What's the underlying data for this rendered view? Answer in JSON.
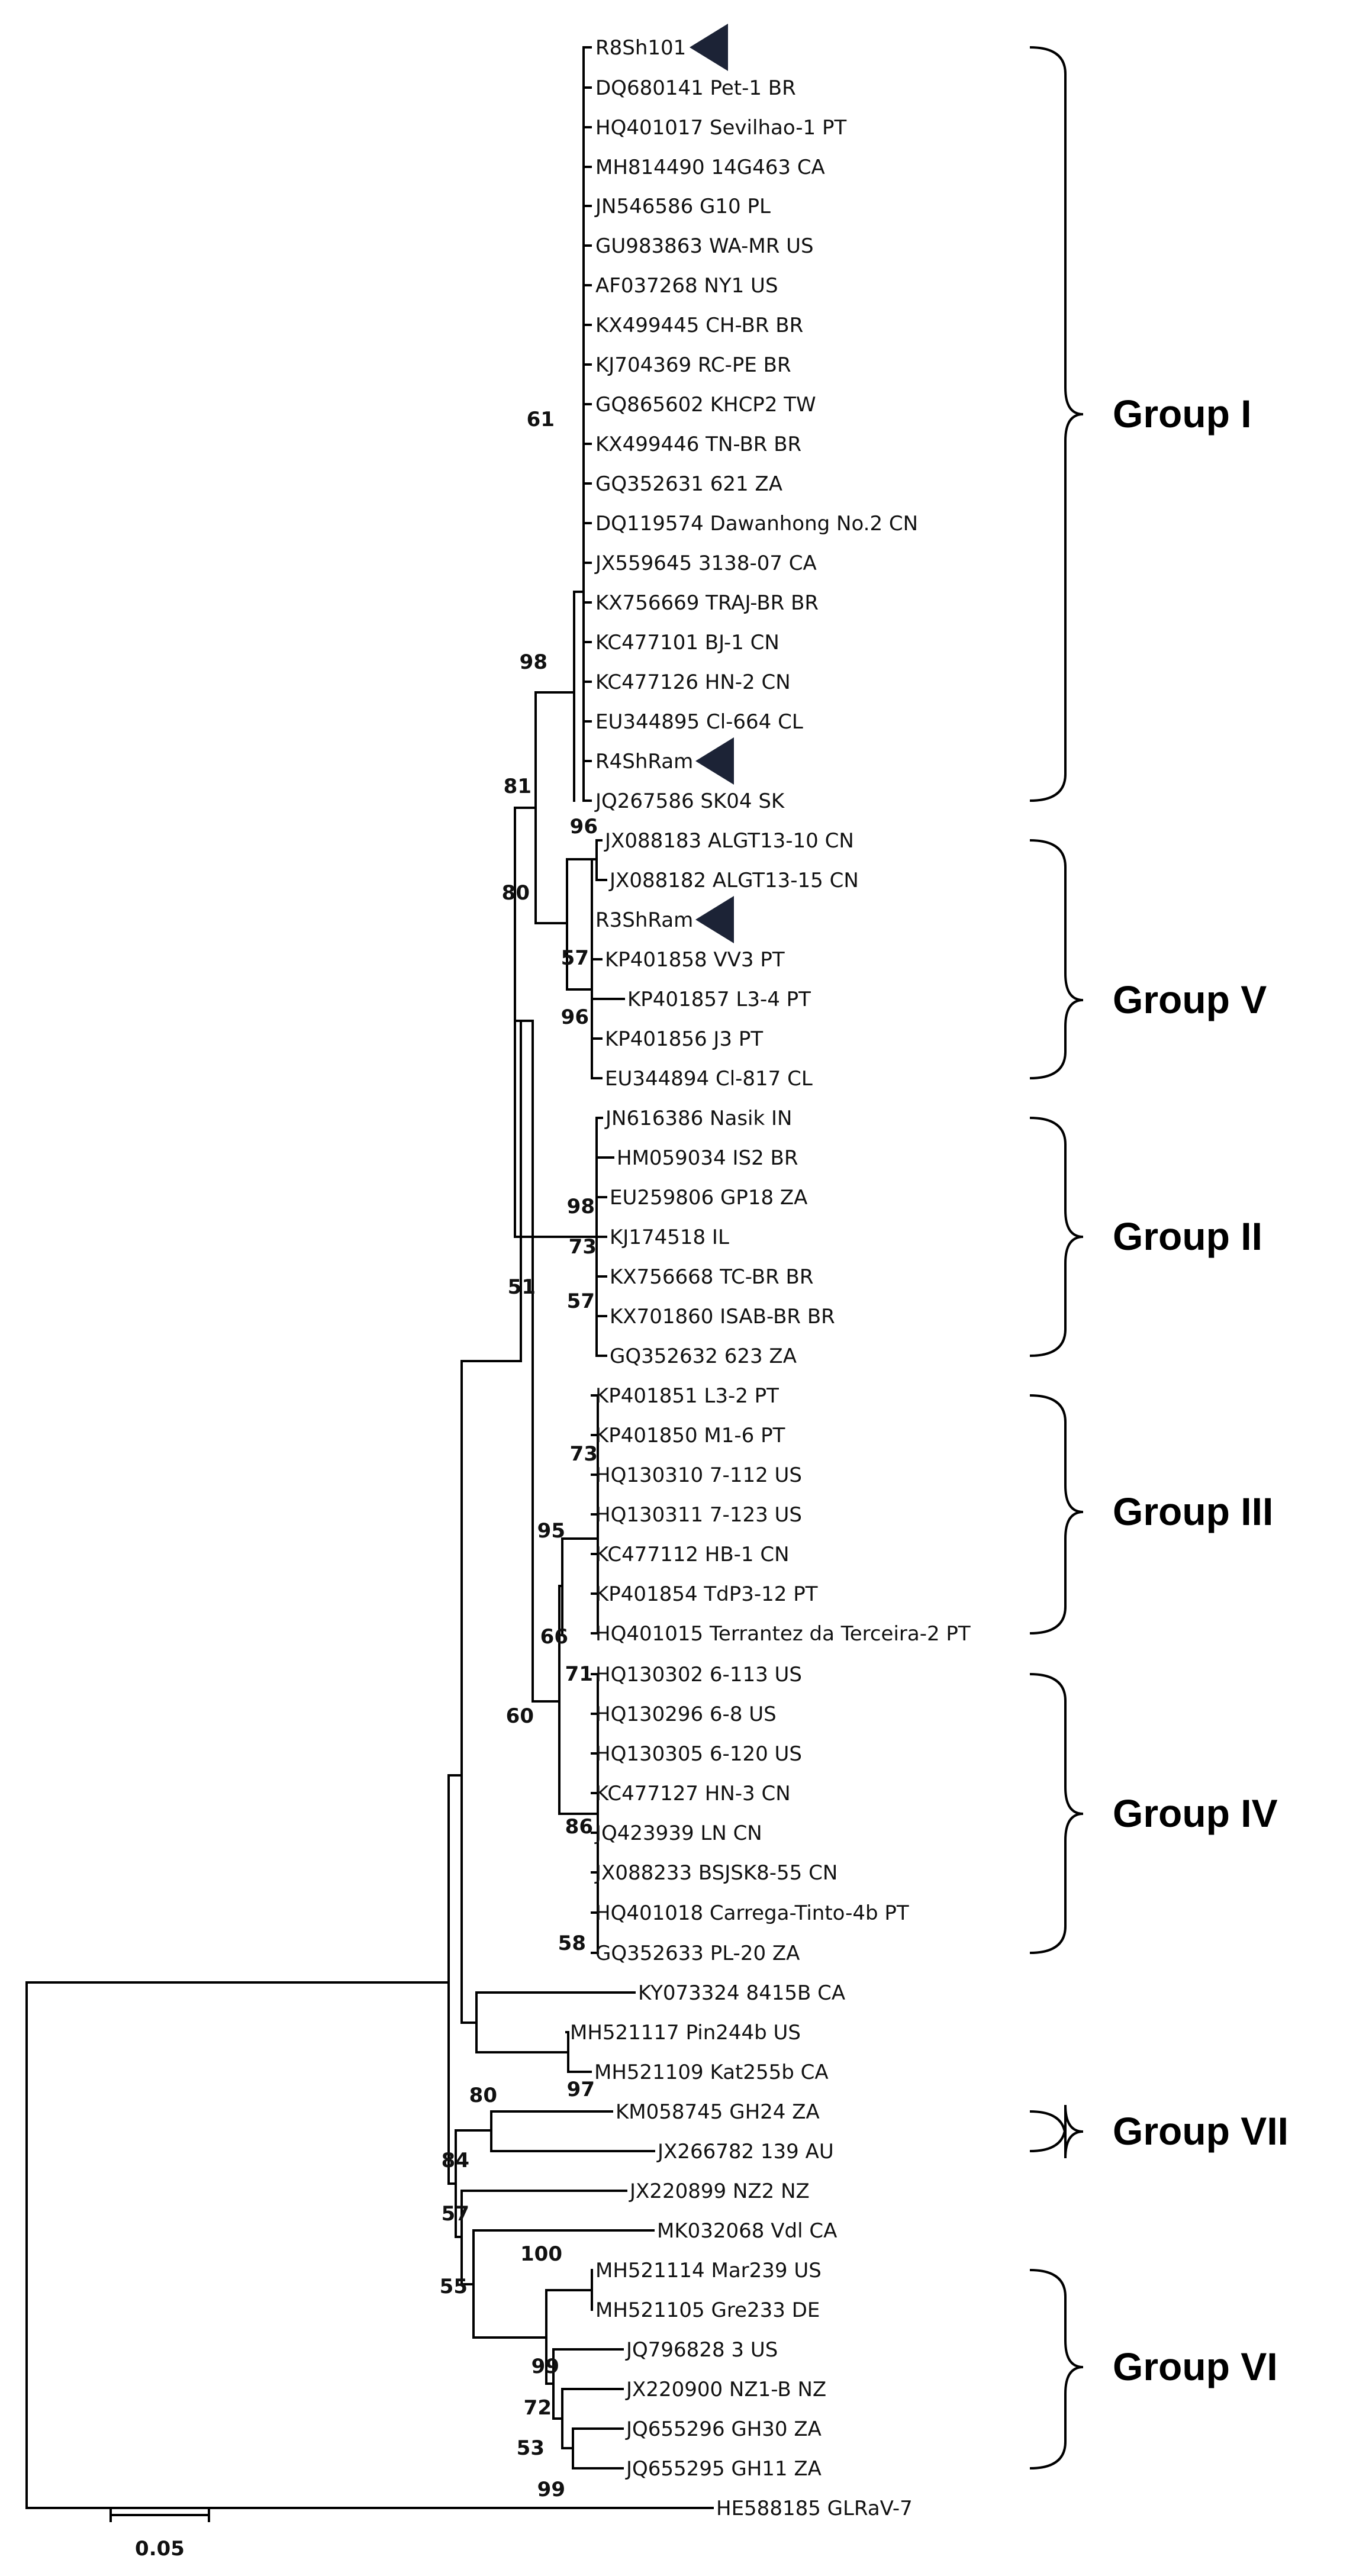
{
  "leaves": [
    "R8Sh101",
    "DQ680141 Pet-1 BR",
    "HQ401017 Sevilhao-1 PT",
    "MH814490 14G463 CA",
    "JN546586 G10 PL",
    "GU983863 WA-MR US",
    "AF037268 NY1 US",
    "KX499445 CH-BR BR",
    "KJ704369 RC-PE BR",
    "GQ865602 KHCP2 TW",
    "KX499446 TN-BR BR",
    "GQ352631 621 ZA",
    "DQ119574 Dawanhong No.2 CN",
    "JX559645 3138-07 CA",
    "KX756669 TRAJ-BR BR",
    "KC477101 BJ-1 CN",
    "KC477126 HN-2 CN",
    "EU344895 Cl-664 CL",
    "R4ShRam",
    "JQ267586 SK04 SK",
    "JX088183 ALGT13-10 CN",
    "JX088182 ALGT13-15 CN",
    "R3ShRam",
    "KP401858 VV3 PT",
    "KP401857 L3-4 PT",
    "KP401856 J3 PT",
    "EU344894 Cl-817 CL",
    "JN616386 Nasik IN",
    "HM059034 IS2 BR",
    "EU259806 GP18 ZA",
    "KJ174518 IL",
    "KX756668 TC-BR BR",
    "KX701860 ISAB-BR BR",
    "GQ352632 623 ZA",
    "KP401851 L3-2 PT",
    "KP401850 M1-6 PT",
    "HQ130310 7-112 US",
    "HQ130311 7-123 US",
    "KC477112 HB-1 CN",
    "KP401854 TdP3-12 PT",
    "HQ401015 Terrantez da Terceira-2 PT",
    "HQ130302 6-113 US",
    "HQ130296 6-8 US",
    "HQ130305 6-120 US",
    "KC477127 HN-3 CN",
    "JQ423939 LN CN",
    "JX088233 BSJSK8-55 CN",
    "HQ401018 Carrega-Tinto-4b PT",
    "GQ352633 PL-20 ZA",
    "KY073324 8415B CA",
    "MH521117 Pin244b US",
    "MH521109 Kat255b CA",
    "KM058745 GH24 ZA",
    "JX266782 139 AU",
    "JX220899 NZ2 NZ",
    "MK032068 Vdl CA",
    "MH521114 Mar239 US",
    "MH521105 Gre233 DE",
    "JQ796828 3 US",
    "JX220900 NZ1-B NZ",
    "JQ655296 GH30 ZA",
    "JQ655295 GH11 ZA",
    "HE588185 GLRaV-7"
  ],
  "bootstrap": [
    "61",
    "98",
    "81",
    "96",
    "57",
    "96",
    "80",
    "98",
    "73",
    "57",
    "51",
    "73",
    "95",
    "66",
    "71",
    "60",
    "86",
    "58",
    "97",
    "80",
    "84",
    "57",
    "100",
    "55",
    "99",
    "72",
    "53",
    "99"
  ],
  "groups": [
    "Group I",
    "Group V",
    "Group II",
    "Group III",
    "Group IV",
    "Group VII",
    "Group VI"
  ],
  "scale": {
    "label": "0.05"
  },
  "marked_leaves": [
    "R8Sh101",
    "R4ShRam",
    "R3ShRam"
  ],
  "colors": {
    "line": "#000000",
    "marker": "#1c2336"
  }
}
